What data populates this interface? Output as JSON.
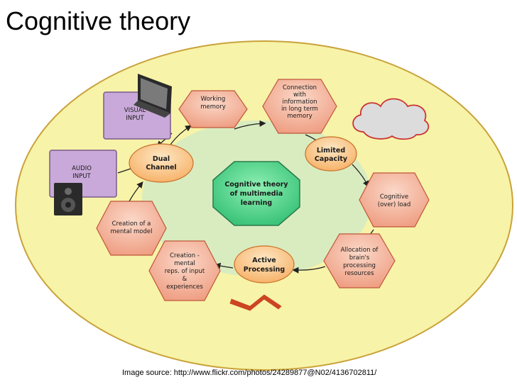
{
  "slide": {
    "title": "Cognitive theory",
    "caption": "Image source: http://www.flickr.com/photos/24289877@N02/4136702811/"
  },
  "colors": {
    "outer_ellipse": "#f7f3a8",
    "outer_ellipse_stroke": "#c9a23a",
    "inner_circle": "#d9ecc0",
    "hexagon_fill": "#f3b9a0",
    "hexagon_stroke": "#c0563a",
    "oval_fill": "#fbc98e",
    "oval_stroke": "#c7702a",
    "center_fill": "#4fd08a",
    "center_stroke": "#2a7a4a",
    "input_box_fill": "#c9a9d9",
    "input_box_stroke": "#7a5a8a",
    "cloud_fill": "#dcdcdc",
    "cloud_stroke": "#cc3333",
    "zigzag": "#cc4422"
  },
  "diagram": {
    "center": {
      "lines": [
        "Cognitive theory",
        "of multimedia",
        "learning"
      ]
    },
    "nodes": {
      "working_memory": {
        "lines": [
          "Working",
          "memory"
        ]
      },
      "connection": {
        "lines": [
          "Connection",
          "with",
          "information",
          "in long term",
          "memory"
        ]
      },
      "limited_capacity": {
        "lines": [
          "Limited",
          "Capacity"
        ]
      },
      "cognitive_load": {
        "lines": [
          "Cognitive",
          "(over) load"
        ]
      },
      "allocation": {
        "lines": [
          "Allocation of",
          "brain's",
          "processing",
          "resources"
        ]
      },
      "active_processing": {
        "lines": [
          "Active",
          "Processing"
        ]
      },
      "creation_reps": {
        "lines": [
          "Creation -",
          "mental",
          "reps. of input",
          "&",
          "experiences"
        ]
      },
      "creation_model": {
        "lines": [
          "Creation of a",
          "mental model"
        ]
      },
      "dual_channel": {
        "lines": [
          "Dual",
          "Channel"
        ]
      }
    },
    "inputs": {
      "visual": {
        "lines": [
          "VISUAL",
          "INPUT"
        ],
        "icon": "monitor-icon"
      },
      "audio": {
        "lines": [
          "AUDIO",
          "INPUT"
        ],
        "icon": "speaker-icon"
      }
    },
    "decorations": {
      "cloud": "cloud-icon",
      "zigzag": "zigzag-icon"
    }
  }
}
